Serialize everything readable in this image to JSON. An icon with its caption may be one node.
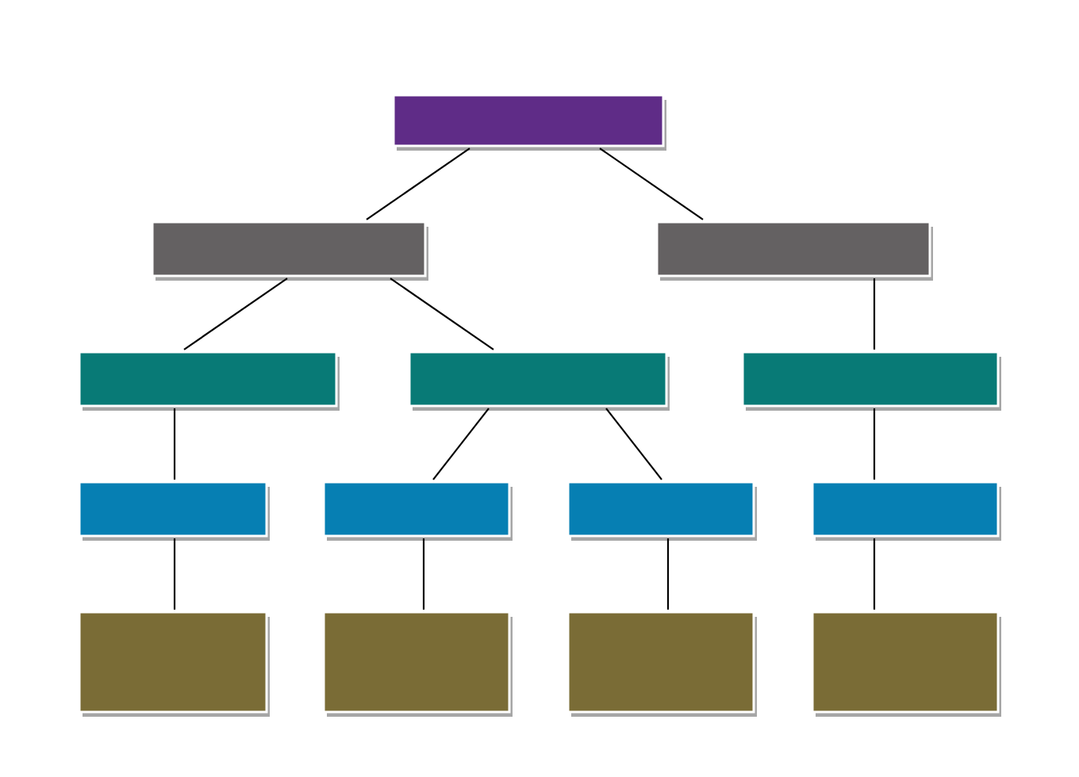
{
  "diagram": {
    "nodes": [
      {
        "text": [],
        "shape": "box"
      },
      {
        "text": [],
        "shape": "box"
      },
      {
        "text": [],
        "shape": "box"
      },
      {
        "text": [],
        "shape": "box"
      },
      {
        "text": [],
        "shape": "box"
      },
      {
        "text": [],
        "shape": "box"
      },
      {
        "text": [],
        "shape": "box"
      },
      {
        "text": [],
        "shape": "box"
      },
      {
        "text": [],
        "shape": "box"
      },
      {
        "text": [],
        "shape": "box"
      },
      {
        "text": [],
        "shape": "box"
      },
      {
        "text": [],
        "shape": "box"
      },
      {
        "text": [],
        "shape": "box"
      },
      {
        "text": [],
        "shape": "box"
      }
    ],
    "edges": [
      {
        "from": 0,
        "to": 1,
        "arrow": "none"
      },
      {
        "from": 0,
        "to": 2,
        "arrow": "none"
      },
      {
        "from": 1,
        "to": 3,
        "arrow": "none"
      },
      {
        "from": 1,
        "to": 4,
        "arrow": "none"
      },
      {
        "from": 2,
        "to": 5,
        "arrow": "none"
      },
      {
        "from": 3,
        "to": 6,
        "arrow": "none"
      },
      {
        "from": 4,
        "to": 7,
        "arrow": "none"
      },
      {
        "from": 4,
        "to": 8,
        "arrow": "none"
      },
      {
        "from": 5,
        "to": 9,
        "arrow": "none"
      },
      {
        "from": 6,
        "to": 10,
        "arrow": "none"
      },
      {
        "from": 7,
        "to": 11,
        "arrow": "none"
      },
      {
        "from": 8,
        "to": 12,
        "arrow": "none"
      },
      {
        "from": 9,
        "to": 13,
        "arrow": "none"
      }
    ]
  }
}
